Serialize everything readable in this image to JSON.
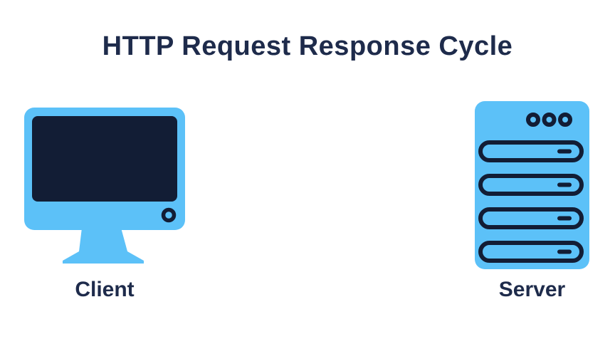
{
  "title": "HTTP Request Response Cycle",
  "colors": {
    "background": "#ffffff",
    "blue": "#5cc1f8",
    "icon_navy": "#121d35",
    "text_navy": "#1e2b4b"
  },
  "nodes": [
    {
      "id": "client",
      "label": "Client",
      "icon": "monitor-icon"
    },
    {
      "id": "server",
      "label": "Server",
      "icon": "server-rack-icon"
    }
  ]
}
